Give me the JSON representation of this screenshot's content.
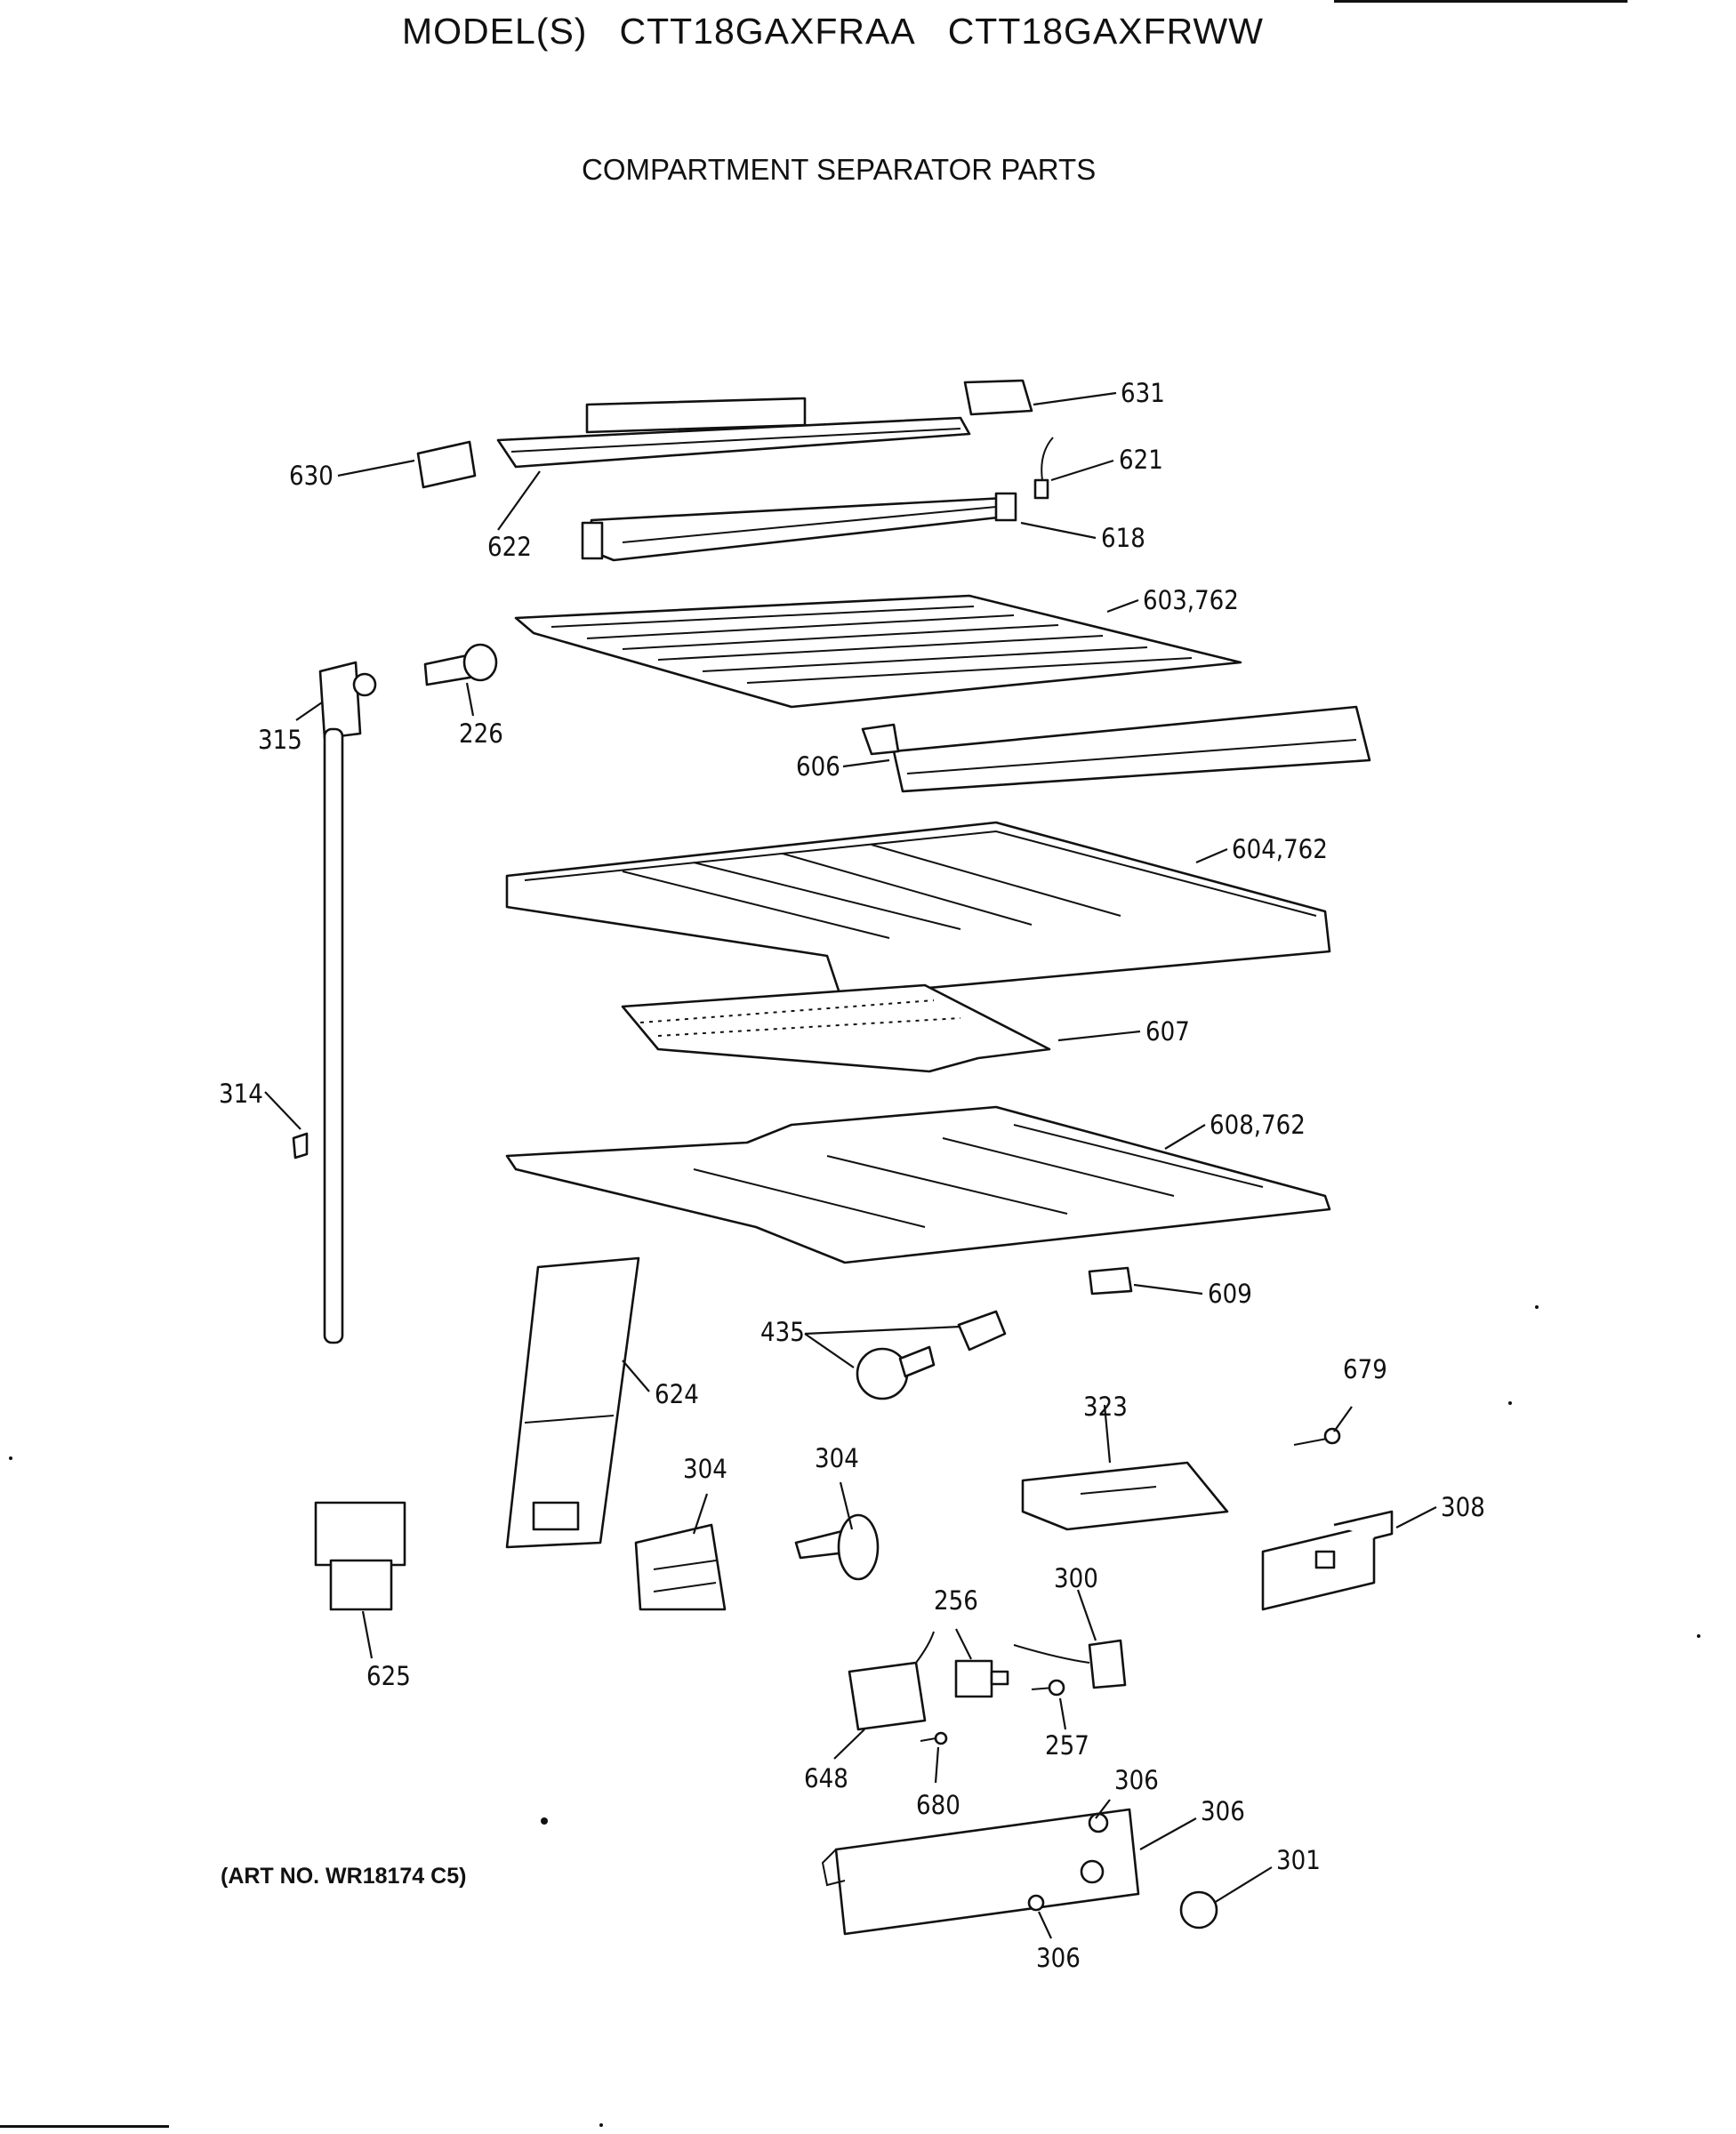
{
  "header": {
    "prefix": "MODEL(S)",
    "models": [
      "CTT18GAXFRAA",
      "CTT18GAXFRWW"
    ]
  },
  "subtitle": "COMPARTMENT SEPARATOR PARTS",
  "art_number": "(ART NO. WR18174 C5)",
  "callouts": [
    "631",
    "621",
    "630",
    "622",
    "618",
    "603,762",
    "315",
    "226",
    "606",
    "604,762",
    "607",
    "314",
    "608,762",
    "609",
    "435",
    "624",
    "679",
    "323",
    "304",
    "304",
    "308",
    "300",
    "256",
    "625",
    "648",
    "257",
    "680",
    "306",
    "306",
    "301",
    "306"
  ]
}
